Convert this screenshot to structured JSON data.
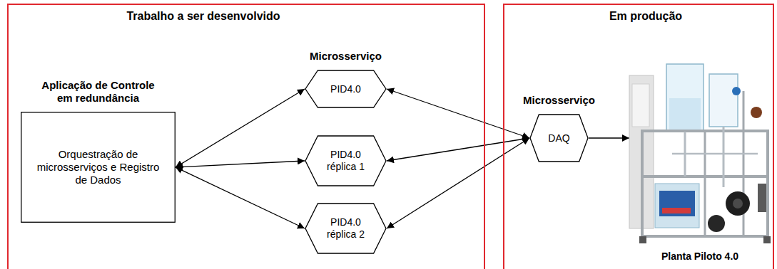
{
  "diagram": {
    "nodes": [
      {
        "text": [
          "Trabalho a ser desenvolvido"
        ]
      },
      {
        "text": [
          "Aplicação de Controle em redundância",
          "Orquestração de microsserviços e Registro de Dados"
        ],
        "in": 0
      },
      {
        "text": [
          "Microsserviço",
          "PID4.0"
        ],
        "in": 0
      },
      {
        "text": [
          "PID4.0 réplica 1"
        ],
        "in": 0
      },
      {
        "text": [
          "PID4.0 réplica 2"
        ],
        "in": 0
      },
      {
        "text": [
          "Em produção"
        ]
      },
      {
        "text": [
          "Microsserviço",
          "DAQ"
        ],
        "in": 5
      },
      {
        "text": [
          "Planta Piloto 4.0"
        ],
        "in": 5
      }
    ],
    "edges": [
      {
        "from": 1,
        "to": 2,
        "arrow": "both"
      },
      {
        "from": 1,
        "to": 3,
        "arrow": "both"
      },
      {
        "from": 1,
        "to": 4,
        "arrow": "both"
      },
      {
        "from": 2,
        "to": 6,
        "arrow": "both"
      },
      {
        "from": 3,
        "to": 6,
        "arrow": "both"
      },
      {
        "from": 4,
        "to": 6,
        "arrow": "both"
      },
      {
        "from": 6,
        "to": 7,
        "arrow": "to"
      }
    ]
  }
}
